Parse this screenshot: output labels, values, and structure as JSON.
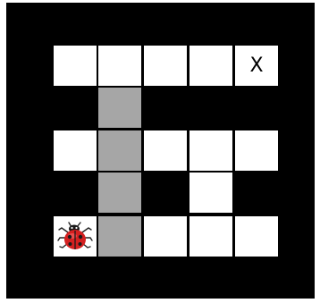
{
  "board": {
    "goal_marker": "X",
    "colors": {
      "background": "#000000",
      "open_cell": "#ffffff",
      "traversed_cell": "#a6a6a6"
    },
    "grid": [
      [
        "open",
        "open",
        "open",
        "open",
        "goal"
      ],
      [
        "wall",
        "traversed",
        "wall",
        "wall",
        "wall"
      ],
      [
        "open",
        "traversed",
        "open",
        "open",
        "open"
      ],
      [
        "wall",
        "traversed",
        "wall",
        "open",
        "wall"
      ],
      [
        "player",
        "traversed",
        "open",
        "open",
        "open"
      ]
    ],
    "player_icon": "ladybug-icon"
  }
}
